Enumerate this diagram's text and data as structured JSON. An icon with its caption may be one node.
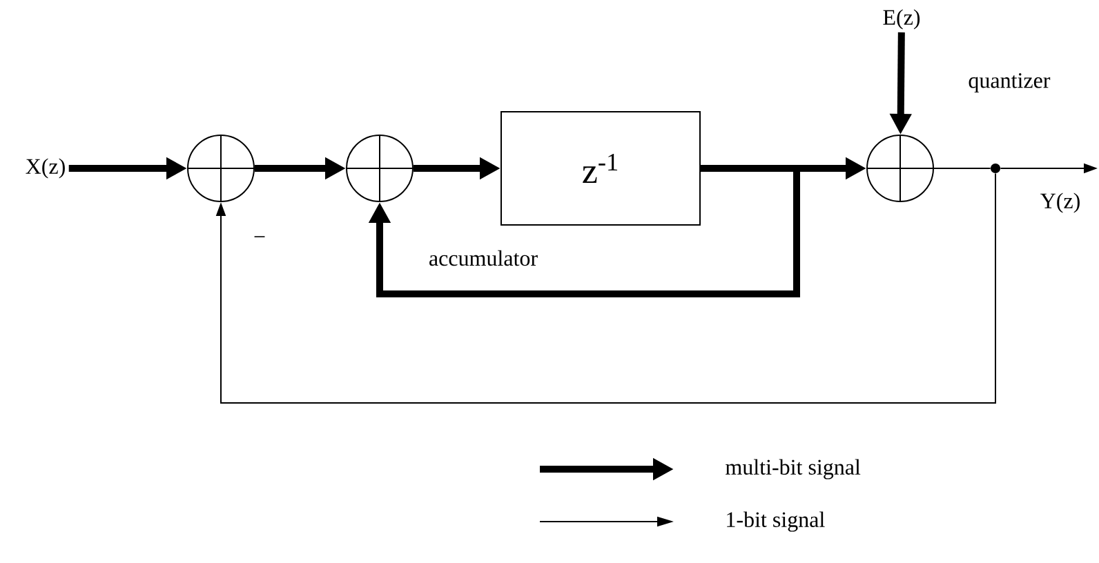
{
  "diagram": {
    "nodes": [
      {
        "text": [
          "X(z)"
        ]
      },
      {
        "text": [],
        "shape": "circle"
      },
      {
        "text": [],
        "shape": "circle"
      },
      {
        "text": [
          "z$^{-1}$"
        ]
      },
      {
        "text": [],
        "shape": "circle"
      },
      {
        "text": [
          "E(z)"
        ]
      },
      {
        "text": [],
        "shape": "circle"
      }
    ],
    "edges": [
      {
        "from": 0,
        "to": 1,
        "arrow": "to"
      },
      {
        "from": 1,
        "to": 2,
        "arrow": "to"
      },
      {
        "from": 2,
        "to": 3,
        "arrow": "to"
      },
      {
        "from": 3,
        "to": 4,
        "arrow": "to"
      },
      {
        "from": 3,
        "to": 2,
        "arrow": "to"
      },
      {
        "from": 5,
        "to": 4,
        "arrow": "to",
        "label": "quantizer"
      },
      {
        "from": 4,
        "to": 6,
        "arrow": "none"
      },
      {
        "from": 6,
        "to": null,
        "arrow": "to",
        "label": "Y(z)"
      },
      {
        "from": 6,
        "to": 1,
        "arrow": "to"
      }
    ],
    "labels": [
      "−",
      "accumulator"
    ],
    "legend": [
      {
        "text": "multi-bit signal"
      },
      {
        "text": "1-bit signal"
      }
    ]
  }
}
